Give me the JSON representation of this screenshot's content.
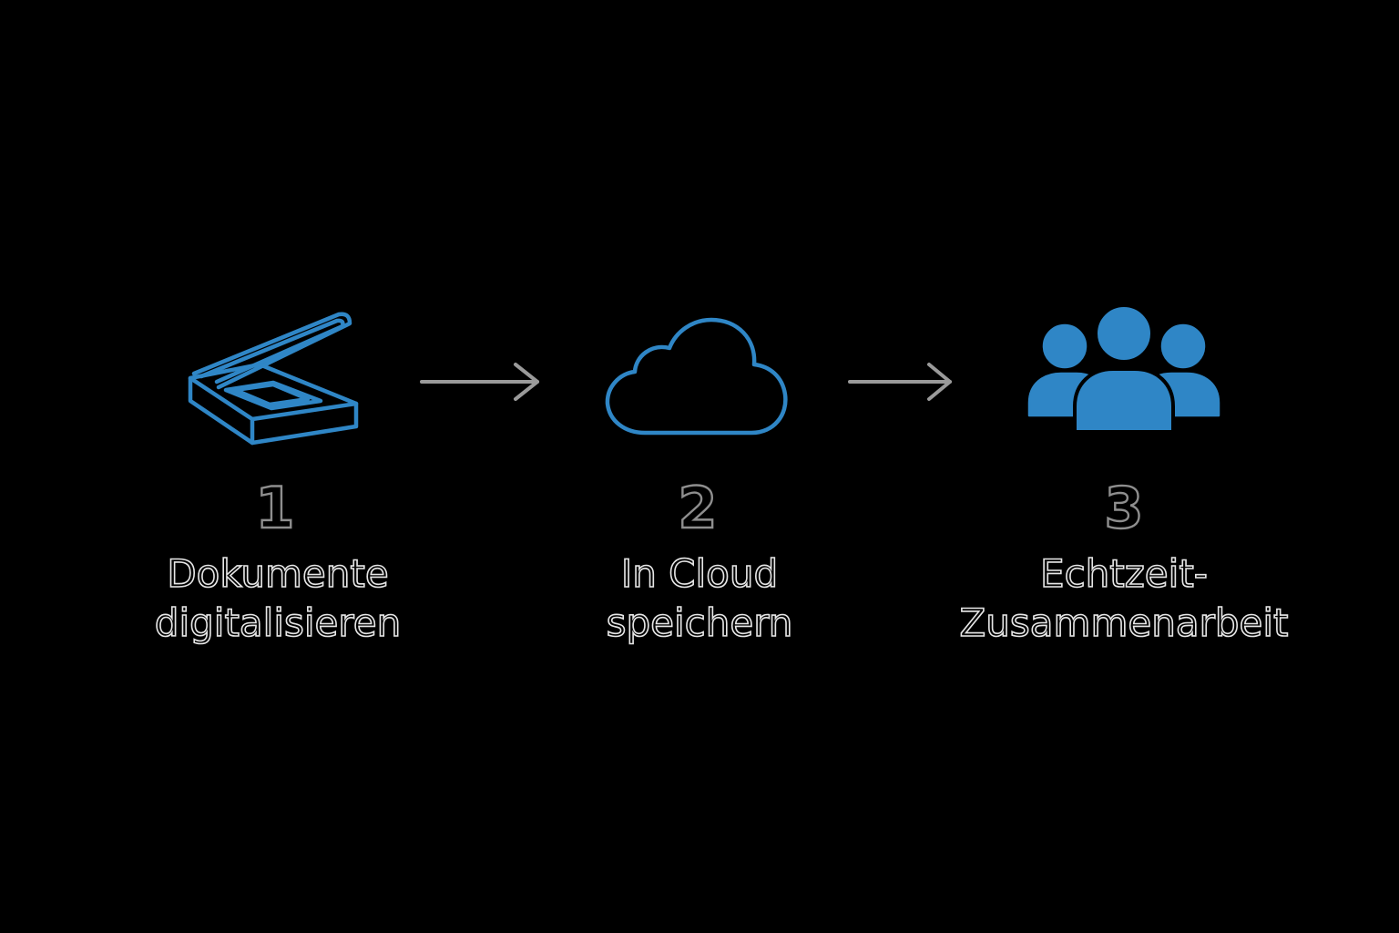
{
  "colors": {
    "background": "#000000",
    "icon_blue": "#2f86c6",
    "number_outline": "#8e8e8e",
    "label_outline": "#e6e6e6",
    "arrow": "#9a9a9a"
  },
  "steps": [
    {
      "number": "1",
      "icon": "scanner-icon",
      "label_line1": "Dokumente",
      "label_line2": "digitalisieren"
    },
    {
      "number": "2",
      "icon": "cloud-icon",
      "label_line1": "In Cloud",
      "label_line2": "speichern"
    },
    {
      "number": "3",
      "icon": "users-group-icon",
      "label_line1": "Echtzeit-",
      "label_line2": "Zusammenarbeit"
    }
  ]
}
